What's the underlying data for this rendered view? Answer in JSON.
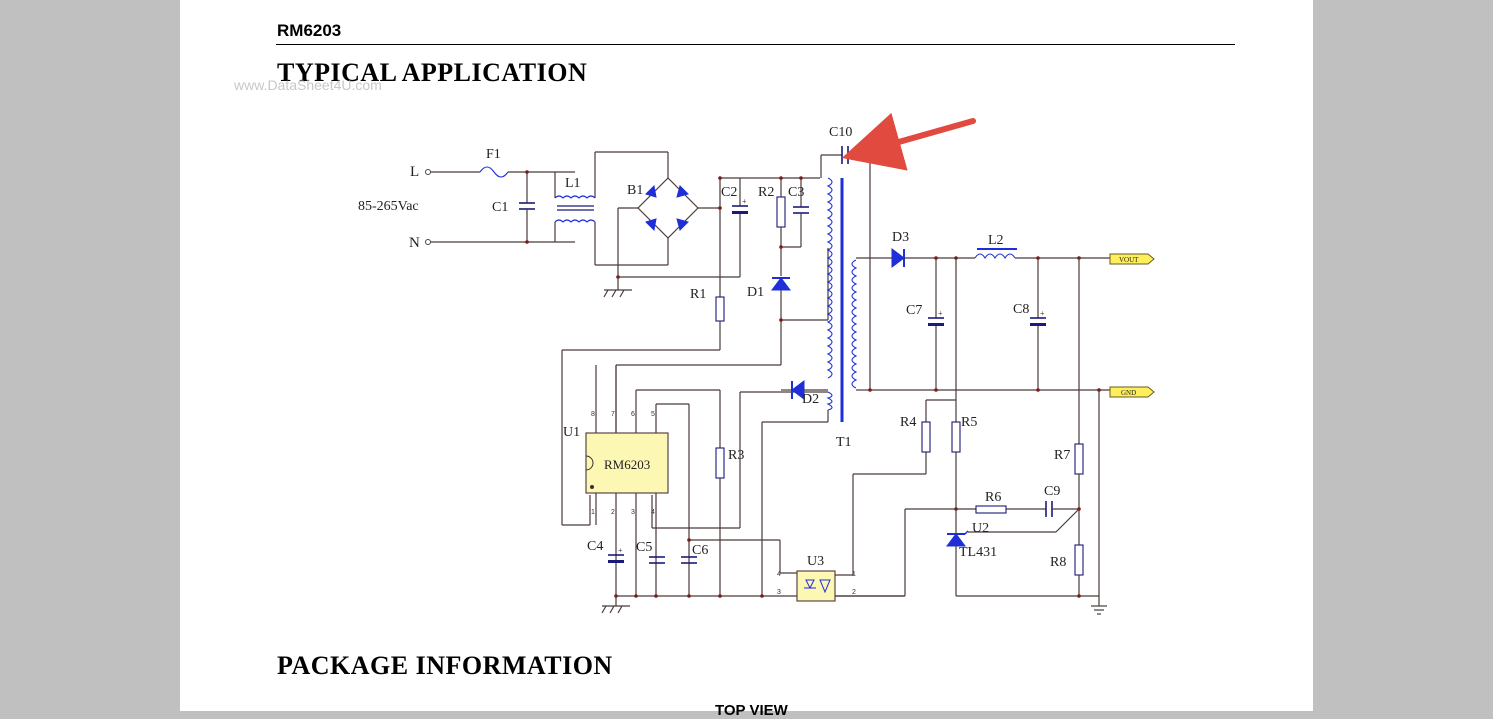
{
  "document": {
    "doc_id": "RM6203",
    "watermark": "www.DataSheet4U.com",
    "section_typical": "TYPICAL APPLICATION",
    "section_package": "PACKAGE INFORMATION",
    "top_view": "TOP VIEW"
  },
  "schematic": {
    "input_L": "L",
    "input_N": "N",
    "input_voltage": "85-265Vac",
    "F1": "F1",
    "L1": "L1",
    "C1": "C1",
    "B1": "B1",
    "C2": "C2",
    "R2": "R2",
    "C3": "C3",
    "C10": "C10",
    "R1": "R1",
    "D1": "D1",
    "D2": "D2",
    "D3": "D3",
    "L2": "L2",
    "C7": "C7",
    "C8": "C8",
    "T1": "T1",
    "U1": "U1",
    "U1_part": "RM6203",
    "R3": "R3",
    "C4": "C4",
    "C5": "C5",
    "C6": "C6",
    "U3": "U3",
    "R4": "R4",
    "R5": "R5",
    "R6": "R6",
    "C9": "C9",
    "U2": "U2",
    "U2_part": "TL431",
    "R7": "R7",
    "R8": "R8",
    "vout_label": "VOUT",
    "gnd_label": "GND",
    "pins_top": [
      "8",
      "7",
      "6",
      "5"
    ],
    "pins_bottom": [
      "1",
      "2",
      "3",
      "4"
    ],
    "u3_pins": [
      "4",
      "3",
      "1",
      "2"
    ]
  },
  "colors": {
    "page_bg": "#ffffff",
    "viewer_bg": "#c0c0c0",
    "wire": "#4a3a3a",
    "component_blue": "#1e2fd8",
    "ic_fill": "#fdf7b4",
    "connector_fill": "#ffef5a",
    "arrow": "#e04a3f"
  }
}
